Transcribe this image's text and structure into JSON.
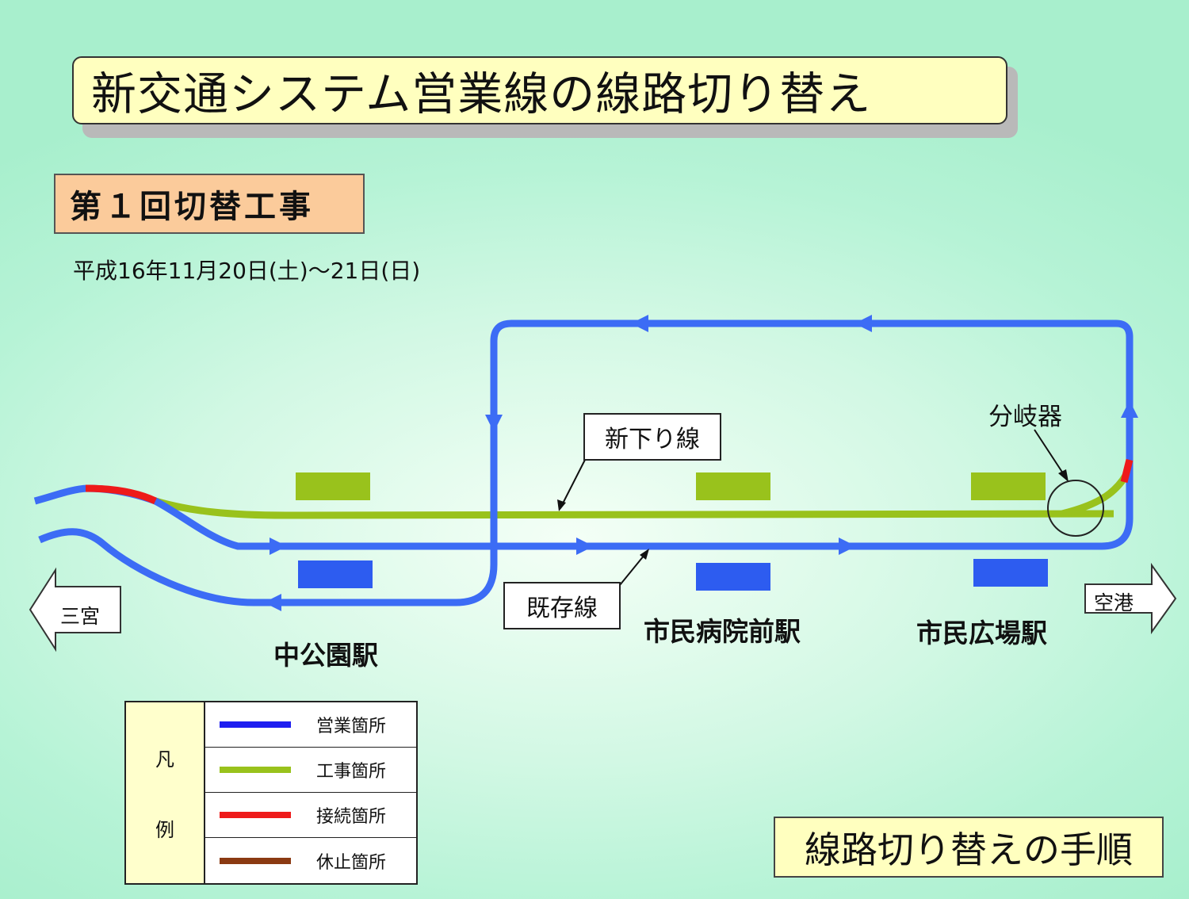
{
  "header": {
    "title": "新交通システム営業線の線路切り替え",
    "subtitle": "第１回切替工事",
    "date": "平成16年11月20日(土)～21日(日)"
  },
  "stations": {
    "naka_koen": "中公園駅",
    "shimin_byoin": "市民病院前駅",
    "shimin_hiroba": "市民広場駅"
  },
  "labels": {
    "new_down_line": "新下り線",
    "existing_line": "既存線",
    "junction": "分岐器"
  },
  "directions": {
    "left": "三宮",
    "right": "空港"
  },
  "legend": {
    "head_top": "凡",
    "head_bottom": "例",
    "items": [
      {
        "label": "営業箇所",
        "color": "#1e1ef0"
      },
      {
        "label": "工事箇所",
        "color": "#99c21c"
      },
      {
        "label": "接続箇所",
        "color": "#ee1a1a"
      },
      {
        "label": "休止箇所",
        "color": "#8b3a12"
      }
    ]
  },
  "footer": {
    "procedure": "線路切り替えの手順"
  },
  "colors": {
    "operating_track": "#3c6cf5",
    "construction_track": "#99c21c",
    "connection_track": "#ee1a1a",
    "platform_green": "#99c21c",
    "platform_blue": "#2d5cf0"
  }
}
